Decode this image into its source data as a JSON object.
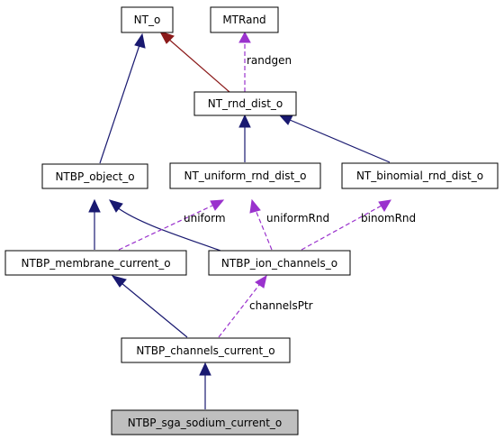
{
  "diagram": {
    "colors": {
      "inheritance": "#191970",
      "usage": "#9a32cd",
      "nt_o_edge": "#8b1a1a",
      "node_border": "#000000",
      "node_fill": "#ffffff",
      "highlight_fill": "#bfbfbf"
    },
    "nodes": [
      {
        "id": "nt_o",
        "label": "NT_o"
      },
      {
        "id": "mtrand",
        "label": "MTRand"
      },
      {
        "id": "nt_rnd_dist_o",
        "label": "NT_rnd_dist_o"
      },
      {
        "id": "ntbp_object_o",
        "label": "NTBP_object_o"
      },
      {
        "id": "nt_uniform_rnd_dist_o",
        "label": "NT_uniform_rnd_dist_o"
      },
      {
        "id": "nt_binomial_rnd_dist_o",
        "label": "NT_binomial_rnd_dist_o"
      },
      {
        "id": "ntbp_membrane_current_o",
        "label": "NTBP_membrane_current_o"
      },
      {
        "id": "ntbp_ion_channels_o",
        "label": "NTBP_ion_channels_o"
      },
      {
        "id": "ntbp_channels_current_o",
        "label": "NTBP_channels_current_o"
      },
      {
        "id": "ntbp_sga_sodium_current_o",
        "label": "NTBP_sga_sodium_current_o",
        "highlighted": true
      }
    ],
    "edge_labels": {
      "randgen": "randgen",
      "uniform": "uniform",
      "uniformRnd": "uniformRnd",
      "binomRnd": "binomRnd",
      "channelsPtr": "channelsPtr"
    }
  }
}
